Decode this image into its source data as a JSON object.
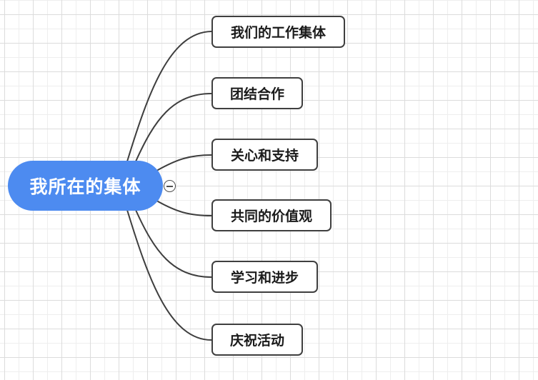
{
  "mindmap": {
    "root": {
      "label": "我所在的集体",
      "fill_color": "#4d8bf0",
      "text_color": "#ffffff"
    },
    "collapse_button": {
      "symbol": "−"
    },
    "children": [
      {
        "label": "我们的工作集体"
      },
      {
        "label": "团结合作"
      },
      {
        "label": "关心和支持"
      },
      {
        "label": "共同的价值观"
      },
      {
        "label": "学习和进步"
      },
      {
        "label": "庆祝活动"
      }
    ],
    "style": {
      "connector_color": "#3e3e3e",
      "node_border_color": "#3f3f3f",
      "node_fill_color": "#ffffff",
      "node_text_color": "#1a1a1a",
      "canvas_background": "#ffffff",
      "grid_minor_color": "#eeeeee",
      "grid_major_color": "#dcdcdc"
    }
  }
}
